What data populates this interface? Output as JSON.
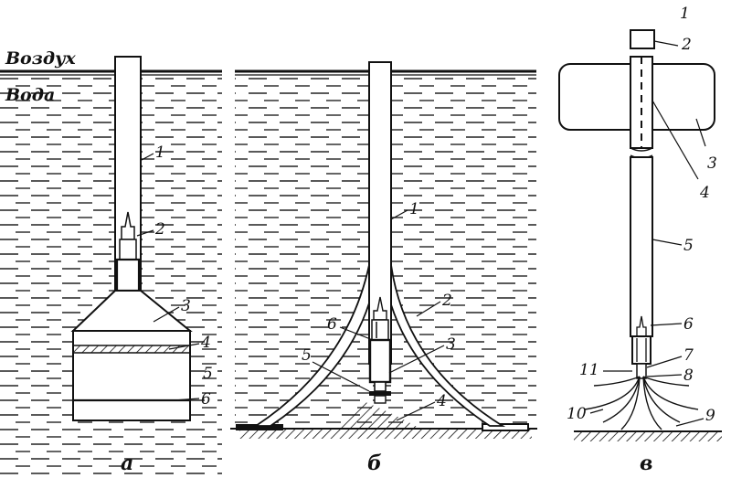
{
  "medium_labels": {
    "air": "Воздух",
    "water": "Вода"
  },
  "panel_a": {
    "caption": "а",
    "callouts": [
      "1",
      "2",
      "3",
      "4",
      "5",
      "6"
    ]
  },
  "panel_b": {
    "caption": "б",
    "callouts": [
      "1",
      "2",
      "3",
      "4",
      "5",
      "6"
    ]
  },
  "panel_v": {
    "caption": "в",
    "callouts": [
      "1",
      "2",
      "3",
      "4",
      "5",
      "6",
      "7",
      "8",
      "9",
      "10",
      "11"
    ]
  }
}
